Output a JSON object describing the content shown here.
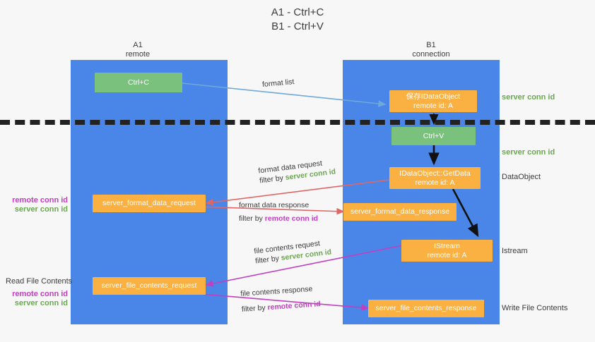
{
  "title": "A1 - Ctrl+C\nB1 - Ctrl+V",
  "lanes": [
    {
      "name": "A1",
      "role": "remote",
      "header": "A1\nremote"
    },
    {
      "name": "B1",
      "role": "connection",
      "header": "B1\nconnection"
    }
  ],
  "colors": {
    "lane": "#4a86e8",
    "green_box": "#7bc17e",
    "orange_box": "#fbb042",
    "server_conn_id": "#6aa84f",
    "remote_conn_id": "#c040c0",
    "arrow_blue": "#6fa8dc",
    "arrow_red": "#e06666",
    "arrow_magenta": "#c040c0",
    "arrow_black": "#000000",
    "background": "#f7f7f7"
  },
  "boxes": {
    "ctrl_c": {
      "line1": "Ctrl+C",
      "line2": ""
    },
    "ctrl_v": {
      "line1": "Ctrl+V",
      "line2": ""
    },
    "save_dataobject": {
      "line1": "保存IDataObject",
      "line2": "remote id: A"
    },
    "getdata": {
      "line1": "IDataObject::GetData",
      "line2": "remote id: A"
    },
    "istream": {
      "line1": "IStream",
      "line2": "remote id: A"
    },
    "server_format_data_request": {
      "line1": "server_format_data_request",
      "line2": ""
    },
    "server_format_data_response": {
      "line1": "server_format_data_response",
      "line2": ""
    },
    "server_file_contents_request": {
      "line1": "server_file_contents_request",
      "line2": ""
    },
    "server_file_contents_response": {
      "line1": "server_file_contents_response",
      "line2": ""
    }
  },
  "arrow_labels": {
    "format_list": "format list",
    "format_data_request": {
      "line1": "format data request",
      "prefix": "filter by ",
      "highlight": "server conn id"
    },
    "format_data_response": {
      "line1": "format data response",
      "prefix": "filter by ",
      "highlight": "remote conn id"
    },
    "file_contents_request": {
      "line1": "file contents request",
      "prefix": "filter by ",
      "highlight": "server conn id"
    },
    "file_contents_response": {
      "line1": "file contents response",
      "prefix": "filter by ",
      "highlight": "remote conn id"
    }
  },
  "right_labels": {
    "server_conn_id_top": "server conn id",
    "server_conn_id_mid": "server conn id",
    "dataobject": "DataObject",
    "istream": "Istream",
    "write_file_contents": "Write File Contents"
  },
  "left_labels": {
    "conn_pair_top": {
      "remote": "remote conn id",
      "server": "server conn id"
    },
    "read_file_contents": "Read File Contents",
    "conn_pair_bottom": {
      "remote": "remote conn id",
      "server": "server conn id"
    }
  }
}
